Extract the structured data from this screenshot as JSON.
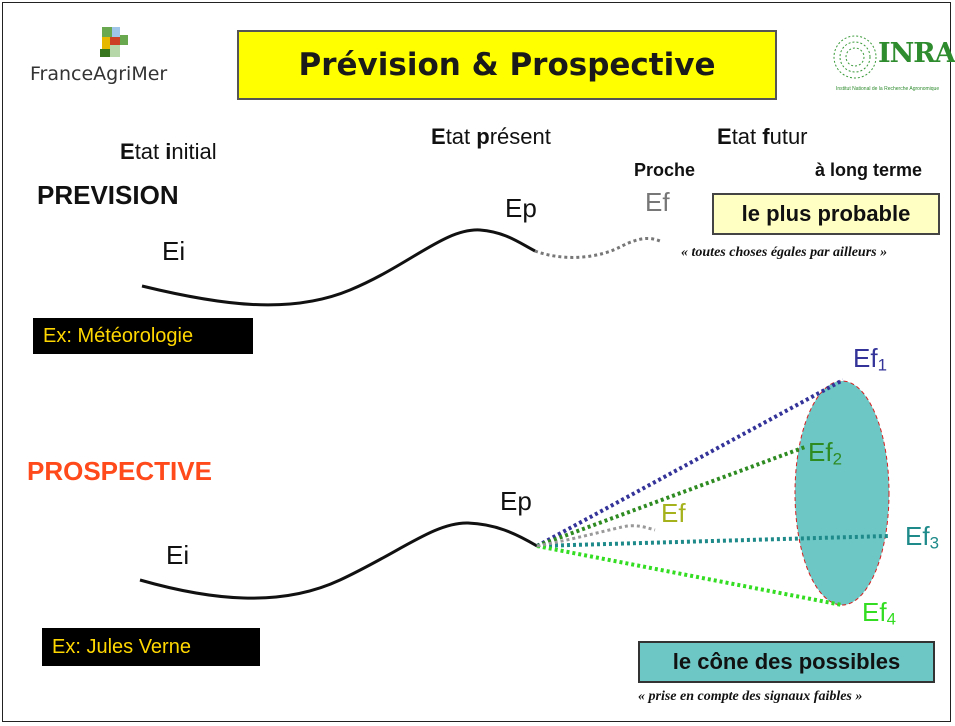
{
  "title": "Prévision & Prospective",
  "logos": {
    "left_text": "FranceAgriMer",
    "right_text": "INRA",
    "right_small_text": "Institut National de la Recherche Agronomique"
  },
  "columns": {
    "initial_first": "E",
    "initial_rest": "tat ",
    "initial_first2": "i",
    "initial_rest2": "nitial",
    "present_first": "E",
    "present_rest": "tat ",
    "present_first2": "p",
    "present_rest2": "résent",
    "futur_first": "E",
    "futur_rest": "tat ",
    "futur_first2": "f",
    "futur_rest2": "utur",
    "proche": "Proche",
    "long_terme": "à long terme"
  },
  "prevision": {
    "heading": "PREVISION",
    "ei": "Ei",
    "ep": "Ep",
    "ef": "Ef",
    "probable": "le plus probable",
    "quote": "« toutes choses égales par ailleurs »",
    "example": "Ex: Météorologie"
  },
  "prospective": {
    "heading": "PROSPECTIVE",
    "ei": "Ei",
    "ep": "Ep",
    "ef": "Ef",
    "ef1": "Ef",
    "ef1_sub": "1",
    "ef2": "Ef",
    "ef2_sub": "2",
    "ef3": "Ef",
    "ef3_sub": "3",
    "ef4": "Ef",
    "ef4_sub": "4",
    "cone": "le cône des possibles",
    "quote": "« prise en compte des signaux faibles »",
    "example": "Ex: Jules Verne"
  },
  "colors": {
    "title_bg": "#ffff00",
    "prospective_heading": "#ff4a1c",
    "ef1": "#333399",
    "ef2": "#2e8b22",
    "ef3": "#1f8a8a",
    "ef4": "#33dd22",
    "ef_near": "#a6b21c",
    "cone_fill": "#6dc7c5",
    "example_text": "#ffd700"
  }
}
